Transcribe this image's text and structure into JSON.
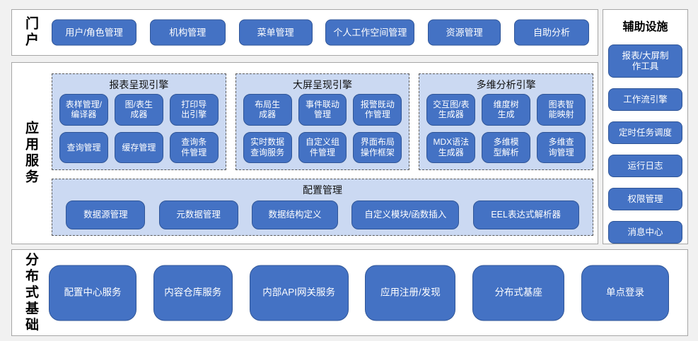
{
  "colors": {
    "page_bg": "#f1f1f1",
    "section_bg": "#ffffff",
    "section_border": "#a6a6a6",
    "button_fill": "#4472c4",
    "button_border": "#2f5597",
    "button_text": "#ffffff",
    "panel_fill": "#cbd9f2",
    "panel_border": "#595959",
    "label_text": "#000000"
  },
  "portal": {
    "label": "门户",
    "buttons": [
      "用户/角色管理",
      "机构管理",
      "菜单管理",
      "个人工作空间管理",
      "资源管理",
      "自助分析"
    ]
  },
  "app_services": {
    "label": "应用服务",
    "engines": [
      {
        "title": "报表呈现引擎",
        "buttons": [
          "表样管理/\n编译器",
          "图/表生\n成器",
          "打印导\n出引擎",
          "查询管理",
          "缓存管理",
          "查询条\n件管理"
        ]
      },
      {
        "title": "大屏呈现引擎",
        "buttons": [
          "布局生\n成器",
          "事件联动\n管理",
          "报警既动\n作管理",
          "实时数据\n查询服务",
          "自定义组\n件管理",
          "界面布局\n操作框架"
        ]
      },
      {
        "title": "多维分析引擎",
        "buttons": [
          "交互图/表\n生成器",
          "维度树\n生成",
          "图表智\n能映射",
          "MDX语法\n生成器",
          "多维模\n型解析",
          "多维查\n询管理"
        ]
      }
    ],
    "config": {
      "title": "配置管理",
      "buttons": [
        "数据源管理",
        "元数据管理",
        "数据结构定义",
        "自定义模块/函数插入",
        "EEL表达式解析器"
      ]
    }
  },
  "auxiliary": {
    "title": "辅助设施",
    "buttons": [
      "报表/大屏制\n作工具",
      "工作流引擎",
      "定时任务调度",
      "运行日志",
      "权限管理",
      "消息中心"
    ]
  },
  "distributed": {
    "label": "分布式基础",
    "buttons": [
      "配置中心服务",
      "内容仓库服务",
      "内部API网关服务",
      "应用注册/发现",
      "分布式基座",
      "单点登录"
    ]
  }
}
